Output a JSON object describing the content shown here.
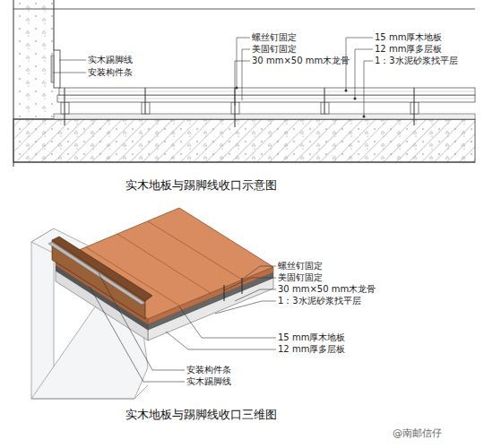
{
  "diagram": {
    "labels": [
      "实木踢脚线",
      "安装构件条",
      "螺丝钉固定",
      "美固钉固定",
      "30 mm×50 mm木龙骨",
      "15 mm厚木地板",
      "12 mm厚多层板",
      "1：3水泥砂浆找平层",
      "实木地板与踢脚线收口示意图",
      "螺丝钉固定",
      "美固钉固定",
      "30 mm×50 mm木龙骨",
      "1：3水泥砂浆找平层",
      "15 mm厚木地板",
      "12 mm厚多层板",
      "安装构件条",
      "实木踢脚线",
      "实木地板与踢脚线收口三维图",
      "@南邮信仔"
    ]
  }
}
